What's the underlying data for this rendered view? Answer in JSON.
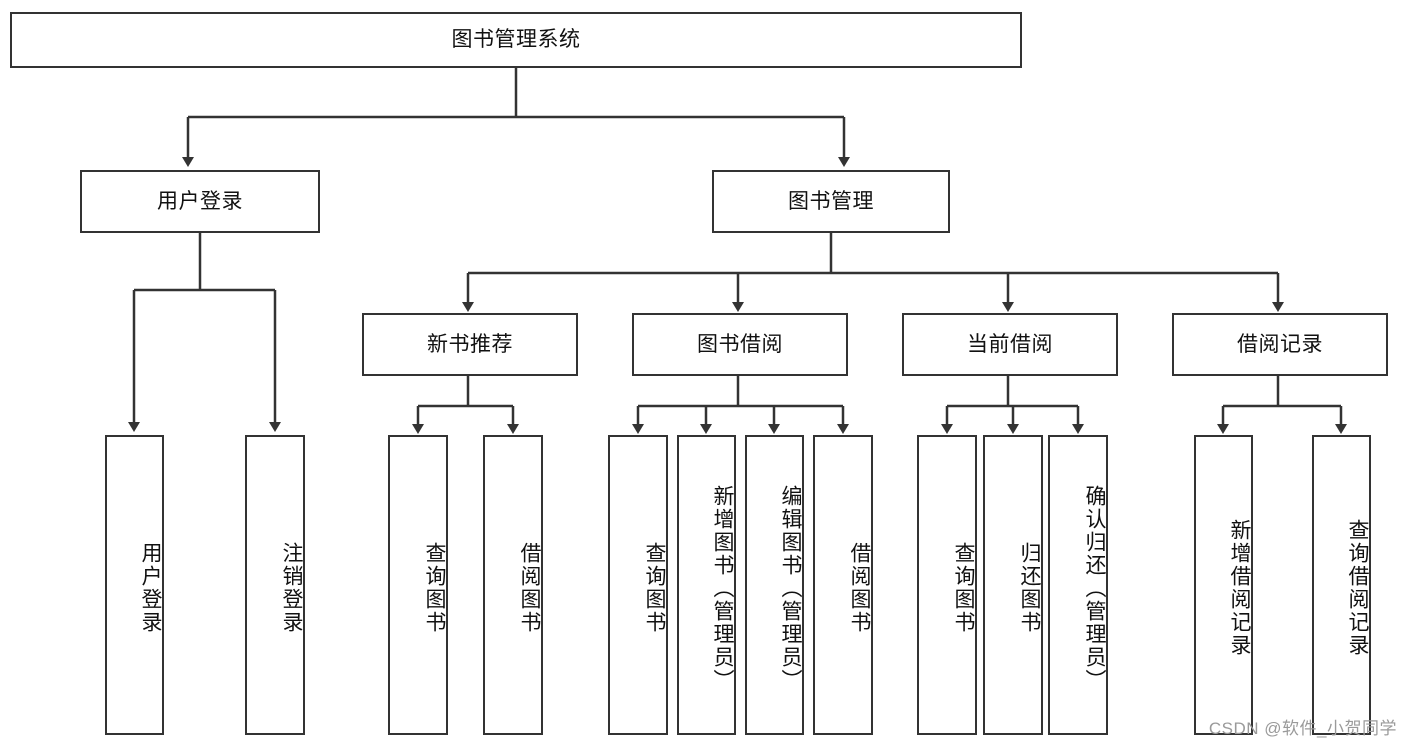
{
  "diagram": {
    "title_node": {
      "label": "图书管理系统"
    },
    "level1": [
      {
        "id": "user-login",
        "label": "用户登录"
      },
      {
        "id": "book-management",
        "label": "图书管理"
      }
    ],
    "level2": [
      {
        "id": "new-book-recommend",
        "label": "新书推荐"
      },
      {
        "id": "book-borrow",
        "label": "图书借阅"
      },
      {
        "id": "current-borrow",
        "label": "当前借阅"
      },
      {
        "id": "borrow-record",
        "label": "借阅记录"
      }
    ],
    "leaves": {
      "user_login": [
        {
          "id": "leaf-user-login",
          "label": "用户登录"
        },
        {
          "id": "leaf-logout-login",
          "label": "注销登录"
        }
      ],
      "new_book_recommend": [
        {
          "id": "leaf-query-books-1",
          "label": "查询图书"
        },
        {
          "id": "leaf-borrow-books-1",
          "label": "借阅图书"
        }
      ],
      "book_borrow": [
        {
          "id": "leaf-query-books-2",
          "label": "查询图书"
        },
        {
          "id": "leaf-add-book-admin",
          "label": "新增图书（管理员）"
        },
        {
          "id": "leaf-edit-book-admin",
          "label": "编辑图书（管理员）"
        },
        {
          "id": "leaf-borrow-books-2",
          "label": "借阅图书"
        }
      ],
      "current_borrow": [
        {
          "id": "leaf-query-books-3",
          "label": "查询图书"
        },
        {
          "id": "leaf-return-books",
          "label": "归还图书"
        },
        {
          "id": "leaf-confirm-return-admin",
          "label": "确认归还（管理员）"
        }
      ],
      "borrow_record": [
        {
          "id": "leaf-add-borrow-record",
          "label": "新增借阅记录"
        },
        {
          "id": "leaf-query-borrow-record",
          "label": "查询借阅记录"
        }
      ]
    }
  },
  "watermark": {
    "text": "CSDN @软件_小贺同学"
  },
  "colors": {
    "stroke": "#333333",
    "background": "#ffffff",
    "text": "#111111",
    "watermark": "#9a9a9a"
  }
}
